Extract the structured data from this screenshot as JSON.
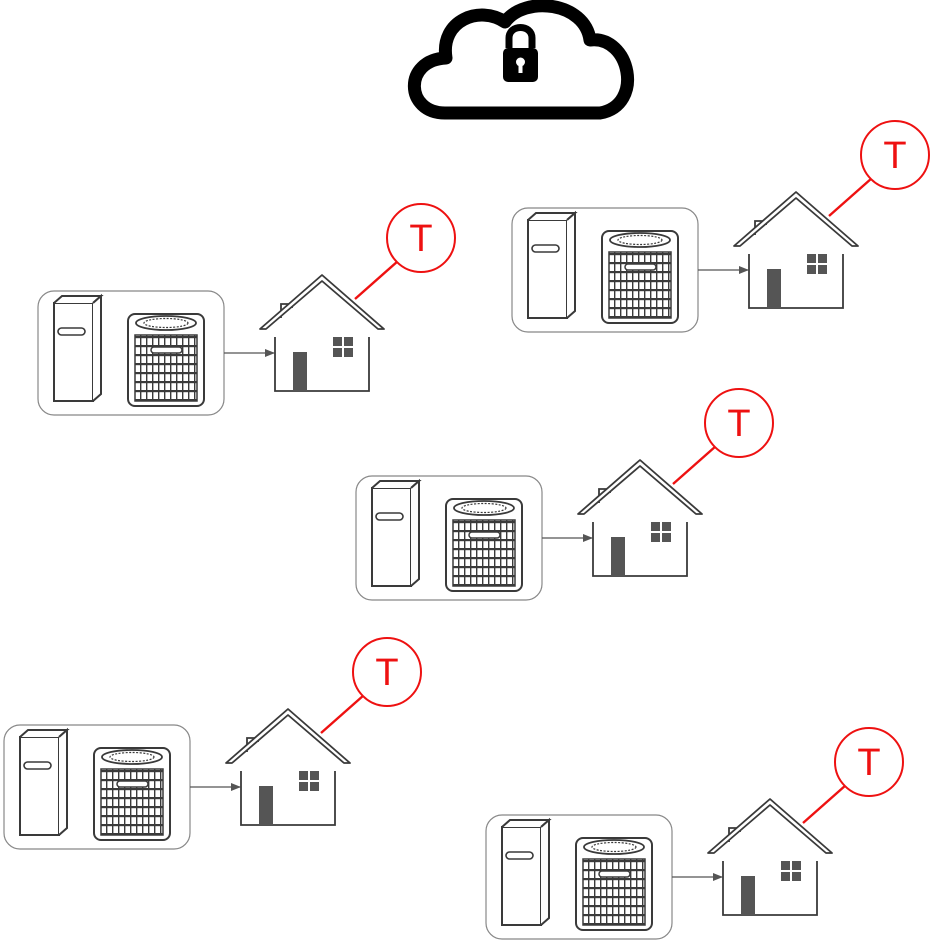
{
  "cloud": {
    "icon": "cloud-lock-icon"
  },
  "thermostat_label": "T",
  "colors": {
    "thermostat": "#ee1111",
    "outline": "#3a3a3a",
    "fill": "#555555",
    "box": "#888888"
  },
  "units": [
    {
      "id": "unit-1",
      "thermostat": "T"
    },
    {
      "id": "unit-2",
      "thermostat": "T"
    },
    {
      "id": "unit-3",
      "thermostat": "T"
    },
    {
      "id": "unit-4",
      "thermostat": "T"
    },
    {
      "id": "unit-5",
      "thermostat": "T"
    }
  ]
}
